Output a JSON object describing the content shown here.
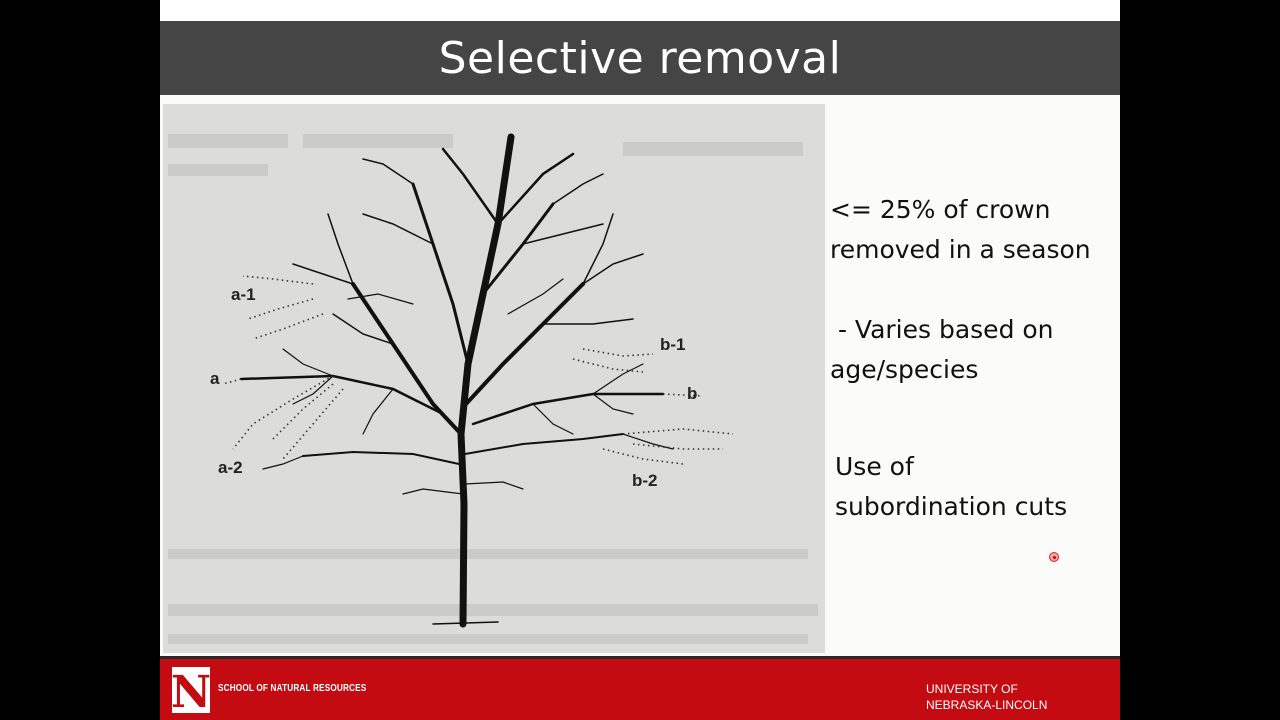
{
  "slide": {
    "title": "Selective removal",
    "bullets": [
      "<= 25% of crown\nremoved in a season",
      " - Varies based on\nage/species",
      "Use of\nsubordination cuts"
    ]
  },
  "figure": {
    "labels": {
      "a1": "a-1",
      "a": "a",
      "a2": "a-2",
      "b1": "b-1",
      "b": "b",
      "b2": "b-2"
    }
  },
  "footer": {
    "logo_letter": "N",
    "school": "SCHOOL OF NATURAL RESOURCES",
    "university_line1": "UNIVERSITY OF",
    "university_line2": "NEBRASKA-LINCOLN"
  },
  "colors": {
    "title_bar": "#454545",
    "footer_red": "#c30b11",
    "slide_bg": "#fbfbfa"
  }
}
